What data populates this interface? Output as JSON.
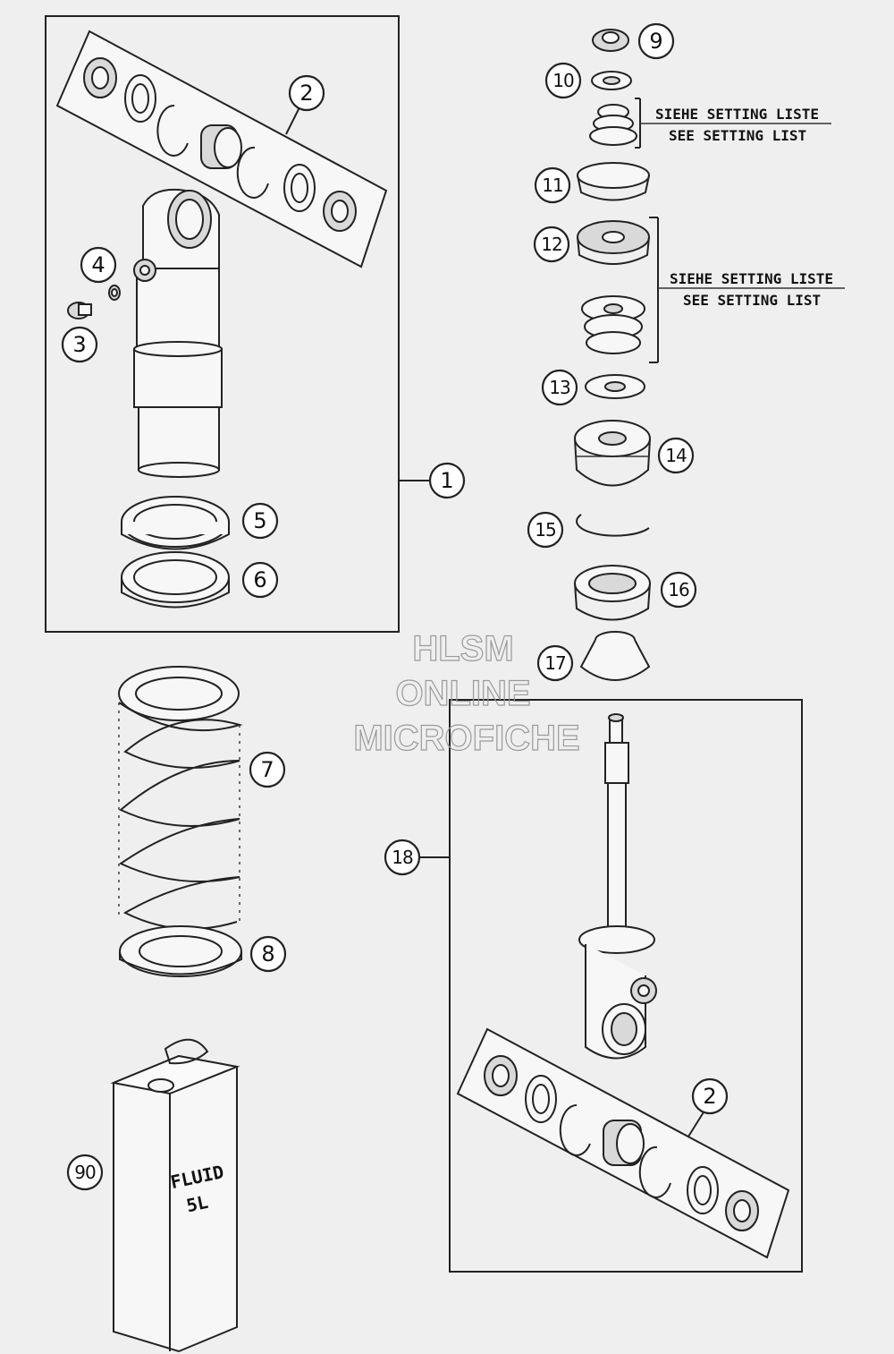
{
  "callouts": {
    "c1": "1",
    "c2a": "2",
    "c2b": "2",
    "c3": "3",
    "c4": "4",
    "c5": "5",
    "c6": "6",
    "c7": "7",
    "c8": "8",
    "c9": "9",
    "c10": "10",
    "c11": "11",
    "c12": "12",
    "c13": "13",
    "c14": "14",
    "c15": "15",
    "c16": "16",
    "c17": "17",
    "c18": "18",
    "c90": "90"
  },
  "notes": {
    "top_de": "SIEHE SETTING LISTE",
    "top_en": "SEE SETTING LIST",
    "mid_de": "SIEHE SETTING LISTE",
    "mid_en": "SEE SETTING LIST"
  },
  "fluid_can": {
    "line1": "FLUID",
    "line2": "5L"
  },
  "watermark": {
    "line1": "HLSM",
    "line2": "ONLINE",
    "line3": "MICROFICHE"
  }
}
